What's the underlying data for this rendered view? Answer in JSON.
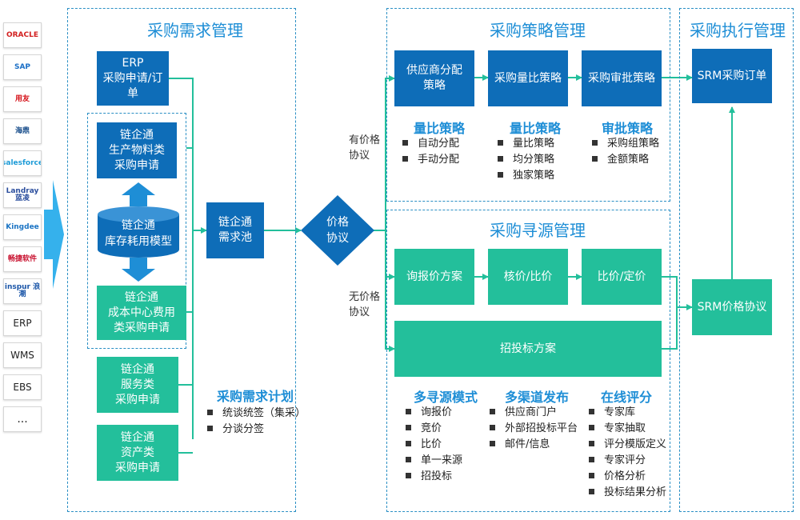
{
  "logos": [
    {
      "text": "ORACLE",
      "color": "#d21f1f",
      "icon": "oracle-logo"
    },
    {
      "text": "SAP",
      "color": "#1b6fc6",
      "icon": "sap-logo"
    },
    {
      "text": "用友",
      "color": "#d6141b",
      "icon": "yonyou-logo"
    },
    {
      "text": "海鼎",
      "color": "#1a4f8c",
      "icon": "hd-logo"
    },
    {
      "text": "salesforce",
      "color": "#1d9bd7",
      "icon": "salesforce-logo"
    },
    {
      "text": "Landray 蓝凌",
      "color": "#2c4f9e",
      "icon": "landray-logo"
    },
    {
      "text": "Kingdee",
      "color": "#1b74c4",
      "icon": "kingdee-logo"
    },
    {
      "text": "畅捷软件",
      "color": "#c8102e",
      "icon": "chanjet-logo"
    },
    {
      "text": "inspur 浪潮",
      "color": "#1b56a8",
      "icon": "inspur-logo"
    },
    {
      "text": "ERP",
      "color": "#222222",
      "icon": ""
    },
    {
      "text": "WMS",
      "color": "#222222",
      "icon": ""
    },
    {
      "text": "EBS",
      "color": "#222222",
      "icon": ""
    },
    {
      "text": "...",
      "color": "#222222",
      "icon": ""
    }
  ],
  "demand": {
    "title": "采购需求管理",
    "erp": "ERP\n采购申请/订单",
    "production": "链企通\n生产物料类\n采购申请",
    "inventory": "链企通\n库存耗用模型",
    "cost_center": "链企通\n成本中心费用\n类采购申请",
    "service": "链企通\n服务类\n采购申请",
    "asset": "链企通\n资产类\n采购申请",
    "plan_title": "采购需求计划",
    "plan_items": [
      "统谈统签（集采）",
      "分谈分签"
    ]
  },
  "pool": "链企通\n需求池",
  "agreement": "价格\n协议",
  "with_price": "有价格\n协议",
  "without_price": "无价格\n协议",
  "strategy": {
    "title": "采购策略管理",
    "boxes": [
      "供应商分配\n策略",
      "采购量比策略",
      "采购审批策略"
    ],
    "groups": [
      {
        "title": "量比策略",
        "items": [
          "自动分配",
          "手动分配"
        ]
      },
      {
        "title": "量比策略",
        "items": [
          "量比策略",
          "均分策略",
          "独家策略"
        ]
      },
      {
        "title": "审批策略",
        "items": [
          "采购组策略",
          "金额策略"
        ]
      }
    ]
  },
  "sourcing": {
    "title": "采购寻源管理",
    "boxes": [
      "询报价方案",
      "核价/比价",
      "比价/定价"
    ],
    "tender": "招投标方案",
    "groups": [
      {
        "title": "多寻源模式",
        "items": [
          "询报价",
          "竞价",
          "比价",
          "单一来源",
          "招投标"
        ]
      },
      {
        "title": "多渠道发布",
        "items": [
          "供应商门户",
          "外部招投标平台",
          "邮件/信息"
        ]
      },
      {
        "title": "在线评分",
        "items": [
          "专家库",
          "专家抽取",
          "评分模版定义",
          "专家评分",
          "价格分析",
          "投标结果分析"
        ]
      }
    ]
  },
  "execution": {
    "title": "采购执行管理",
    "order": "SRM采购订单",
    "price_agreement": "SRM价格协议"
  },
  "colors": {
    "blue": "#0e6db8",
    "green": "#23bf9b",
    "title": "#1e8ed6",
    "line": "#23bf9b",
    "arrow_bg": "#2fa7e8"
  }
}
